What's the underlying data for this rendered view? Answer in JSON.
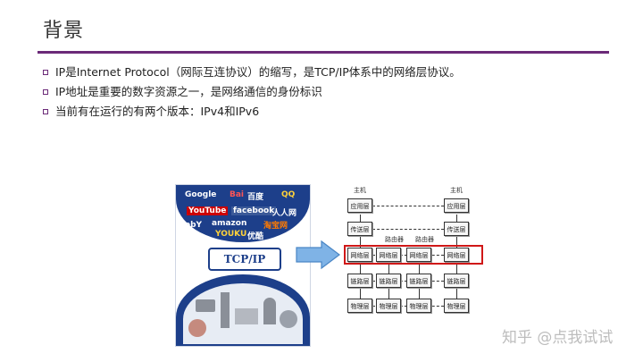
{
  "slide": {
    "title": "背景",
    "bullets": [
      "IP是Internet Protocol（网际互连协议）的缩写，是TCP/IP体系中的网络层协议。",
      "IP地址是重要的数字资源之一，是网络通信的身份标识",
      "当前有在运行的有两个版本：IPv4和IPv6"
    ]
  },
  "illustration": {
    "logos": [
      "Google",
      "Bai",
      "百度",
      "QQ",
      "YouTube",
      "facebook",
      "人人网",
      "ebY",
      "amazon",
      "淘宝网",
      "YOUKU",
      "优酷"
    ],
    "band": "TCP/IP"
  },
  "diagram": {
    "host_label": "主机",
    "router_label": "路由器",
    "layers": {
      "app": "应用层",
      "transport": "传送层",
      "network": "网络层",
      "link": "链路层",
      "physical": "物理层"
    }
  },
  "colors": {
    "accent": "#6b2a78",
    "highlight": "#d01818",
    "brand_blue": "#1d3f8a"
  },
  "watermark": "知乎 @点我试试"
}
